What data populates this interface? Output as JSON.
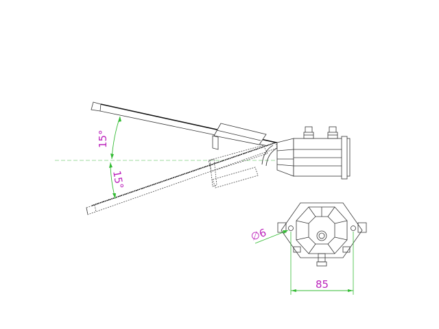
{
  "drawing": {
    "colors": {
      "line": "#333333",
      "light_line": "#888888",
      "dimension": "#22bb22",
      "dimension_text": "#bb22bb",
      "background": "#ffffff"
    },
    "side_view": {
      "upper_angle_label": "15°",
      "lower_angle_label": "15°"
    },
    "bottom_view": {
      "hole_diameter_label": "∅6",
      "hole_spacing_label": "85"
    }
  }
}
